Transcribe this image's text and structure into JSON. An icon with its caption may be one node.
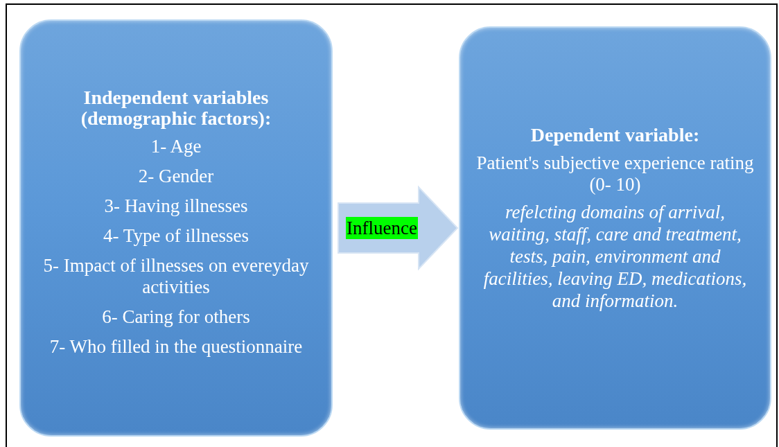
{
  "diagram": {
    "nodes": [
      {
        "text": [
          "Independent variables (demographic factors):",
          "1- Age",
          "2- Gender",
          "3- Having illnesses",
          "4- Type of illnesses",
          "5- Impact of illnesses on evereyday activities",
          "6- Caring for others",
          "7- Who filled in the questionnaire"
        ]
      },
      {
        "text": [
          "Dependent variable:",
          "Patient's subjective experience rating (0- 10)",
          "refelcting domains of arrival, waiting, staff, care and treatment, tests, pain, environment and facilities, leaving ED, medications, and information."
        ]
      }
    ],
    "edges": [
      {
        "from": 0,
        "to": 1,
        "arrow": "to",
        "label": "Influence",
        "style": "thick"
      }
    ]
  }
}
